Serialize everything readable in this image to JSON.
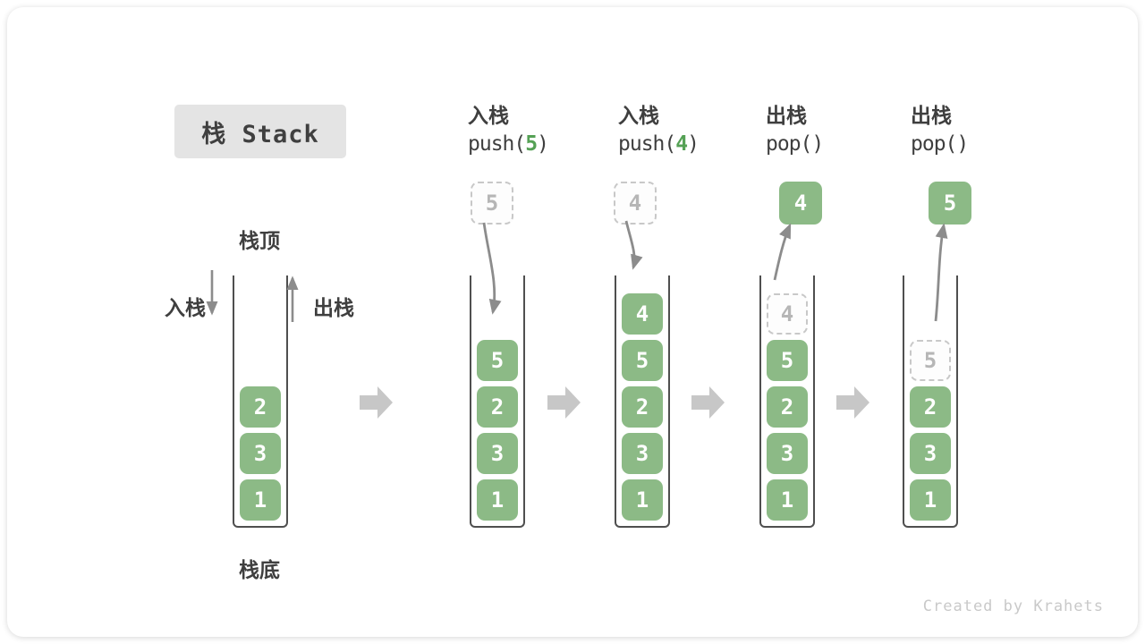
{
  "title": "栈 Stack",
  "watermark": "Created by Krahets",
  "labels": {
    "stack_top": "栈顶",
    "stack_bottom": "栈底",
    "push_side": "入栈",
    "pop_side": "出栈"
  },
  "colors": {
    "green": "#8cba86",
    "green_dark": "#55a155",
    "ink": "#3f3f3f",
    "wall": "#4f4f4f",
    "arrow": "#8c8c8c",
    "block_arrow": "#c7c7c7",
    "ghost_border": "#c8c8c8",
    "ghost_text": "#b6b6b6",
    "title_bg": "#e4e4e4",
    "watermark": "#c9c9c9"
  },
  "columns": [
    {
      "name": "initial",
      "cells": [
        "2",
        "3",
        "1"
      ]
    },
    {
      "name": "push-5",
      "op_zh": "入栈",
      "code_pre": "push(",
      "code_arg": "5",
      "code_post": ")",
      "floating": "5",
      "cells": [
        "5",
        "2",
        "3",
        "1"
      ]
    },
    {
      "name": "push-4",
      "op_zh": "入栈",
      "code_pre": "push(",
      "code_arg": "4",
      "code_post": ")",
      "floating": "4",
      "cells": [
        "4",
        "5",
        "2",
        "3",
        "1"
      ]
    },
    {
      "name": "pop-4",
      "op_zh": "出栈",
      "code_pre": "pop()",
      "code_arg": "",
      "code_post": "",
      "floating": "4",
      "ghost": "4",
      "cells": [
        "5",
        "2",
        "3",
        "1"
      ]
    },
    {
      "name": "pop-5",
      "op_zh": "出栈",
      "code_pre": "pop()",
      "code_arg": "",
      "code_post": "",
      "floating": "5",
      "ghost": "5",
      "cells": [
        "2",
        "3",
        "1"
      ]
    }
  ]
}
